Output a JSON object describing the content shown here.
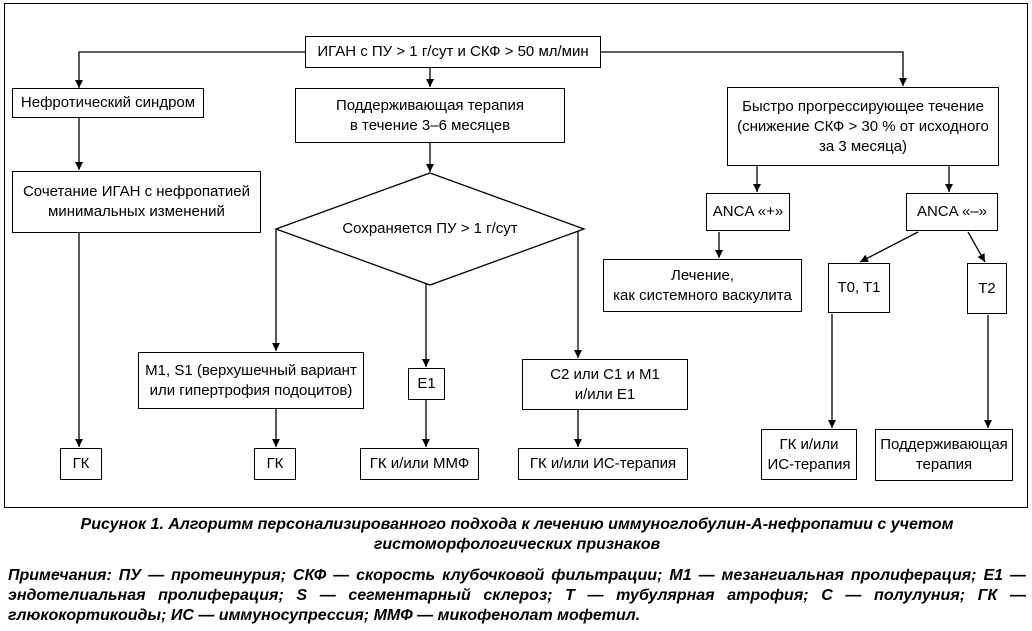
{
  "nodes": {
    "start": "ИГАН с ПУ > 1 г/сут и СКФ > 50 мл/мин",
    "nephrotic": "Нефротический синдром",
    "combo": "Сочетание ИГАН с нефропатией\nминимальных изменений",
    "support": "Поддерживающая терапия\nв течение 3–6 месяцев",
    "decision": "Сохраняется ПУ > 1 г/сут",
    "rapid": "Быстро прогрессирующее течение\n(снижение СКФ > 30 % от исходного\nза 3 месяца)",
    "anca_pos": "ANCA «+»",
    "anca_neg": "ANCA «–»",
    "vasculitis": "Лечение,\nкак системного васкулита",
    "t01": "T0, T1",
    "t2": "T2",
    "m1s1": "M1, S1 (верхушечный вариант\nили гипертрофия подоцитов)",
    "e1": "E1",
    "c2": "C2 или C1 и M1\nи/или E1",
    "gk1": "ГК",
    "gk2": "ГК",
    "gk_mmf": "ГК и/или ММФ",
    "gk_is": "ГК и/или ИС-терапия",
    "gk_is2": "ГК и/или\nИС-терапия",
    "maint": "Поддерживающая\nтерапия"
  },
  "caption": "Рисунок 1. Алгоритм персонализированного подхода к лечению иммуноглобулин-А-нефропатии с учетом гистоморфологических признаков",
  "notes": "Примечания: ПУ — протеинурия; СКФ — скорость клубочковой фильтрации; M1 — мезангиальная пролиферация; E1 — эндотелиальная пролиферация; S — сегментарный склероз; T — тубулярная атрофия; C — полулуния; ГК — глюкокортикоиды; ИС — иммуносупрессия; ММФ — микофенолат мофетил."
}
